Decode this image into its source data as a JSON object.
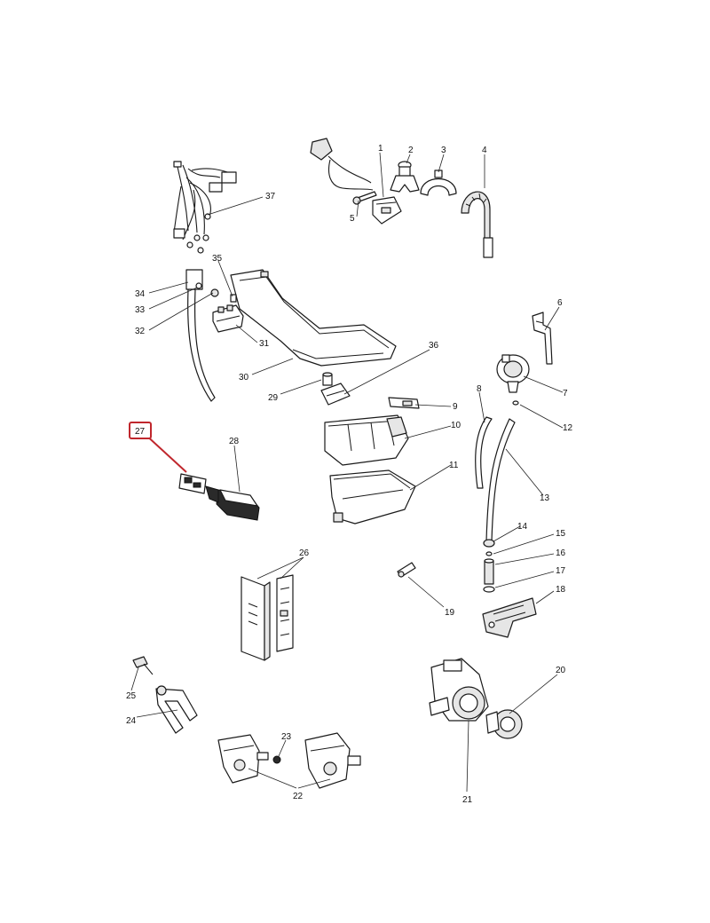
{
  "callouts": [
    "1",
    "2",
    "3",
    "4",
    "5",
    "6",
    "7",
    "8",
    "9",
    "10",
    "11",
    "12",
    "13",
    "14",
    "15",
    "16",
    "17",
    "18",
    "19",
    "20",
    "21",
    "22",
    "23",
    "24",
    "25",
    "26",
    "27",
    "28",
    "29",
    "30",
    "31",
    "32",
    "33",
    "34",
    "35",
    "36",
    "37"
  ],
  "highlight": {
    "number": "27",
    "color": "#c0272d"
  }
}
